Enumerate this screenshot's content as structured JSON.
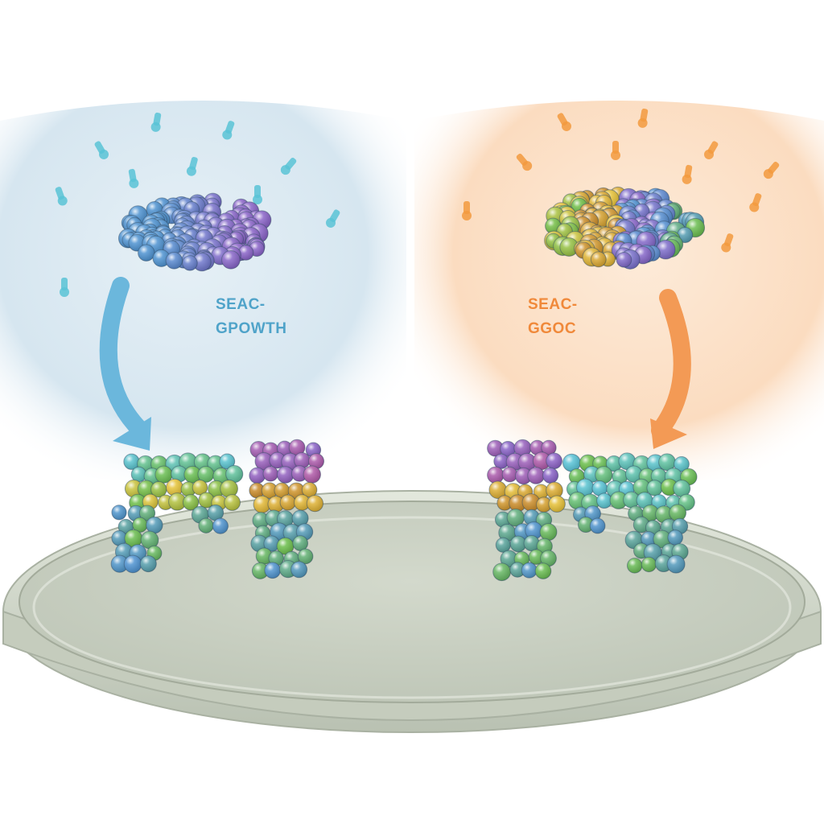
{
  "panels": {
    "left": {
      "label_line1": "SEAC-",
      "label_line2": "GPOWTH",
      "color": "#4fa3c9",
      "arrow_color": "#6bb7dc",
      "background": "#dbe9f2"
    },
    "right": {
      "label_line1": "SEAC-",
      "label_line2": "GGOC",
      "color": "#f0893a",
      "arrow_color": "#f39a55",
      "background": "#fbe3cc"
    }
  },
  "colors": {
    "dish_rim": "#d9dfd2",
    "dish_floor": "#c6cdbf",
    "bead_blue": "#4f93d1",
    "bead_purple": "#8a64c8",
    "bead_green": "#6cbf4a",
    "bead_yellow": "#e8c43a",
    "bead_cyan": "#59c3d6"
  },
  "icons": {
    "left_arrow": "curved-arrow-down-right-icon",
    "right_arrow": "curved-arrow-down-left-icon",
    "molecule": "small-molecule-icon"
  }
}
